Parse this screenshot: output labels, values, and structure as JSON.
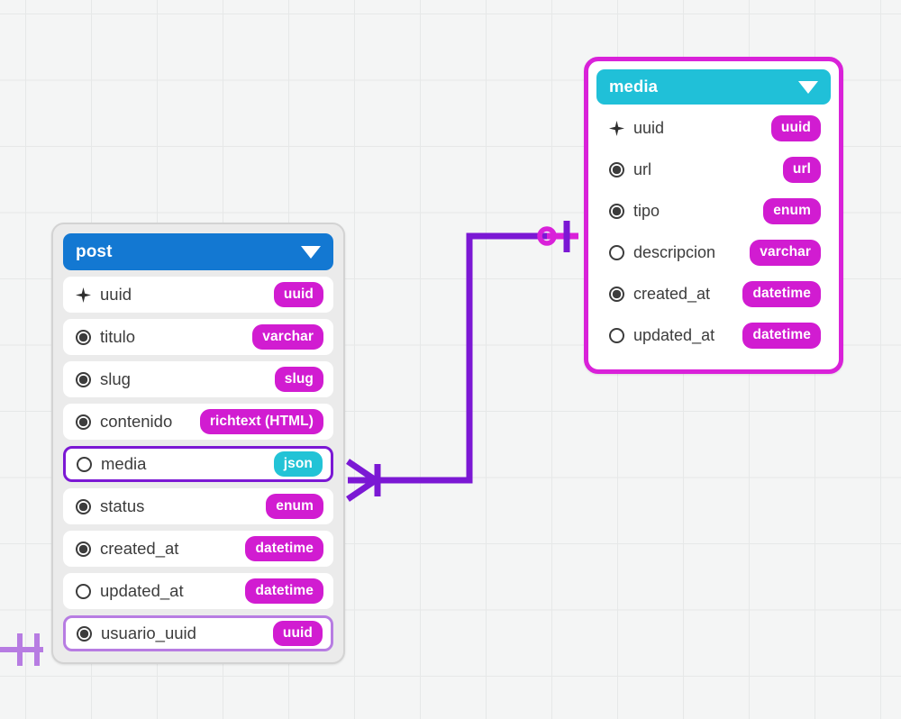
{
  "canvas": {
    "background_color": "#f4f5f5",
    "grid_color": "#e6e8e8",
    "grid_size": 73
  },
  "palette": {
    "post_header": "#1378d2",
    "media_header": "#20c0d8",
    "badge_magenta": "#d11cd1",
    "badge_cyan": "#22c3d6",
    "selection_magenta": "#d921d9",
    "relation_purple": "#7b18d4",
    "relation_soft_purple": "#b77ce2",
    "relation_magenta": "#d921d9",
    "entity_shell": "#ebebeb",
    "entity_shell_border": "#d3d3d3",
    "field_text": "#3c3c3c"
  },
  "entities": [
    {
      "id": "post",
      "title": "post",
      "header_color": "#1378d2",
      "collapse_icon": "caret-down-icon",
      "selected": false,
      "fields": [
        {
          "name": "uuid",
          "type": "uuid",
          "key": "primary",
          "icon": "star-key-icon",
          "badge_color": "magenta",
          "highlight": "none"
        },
        {
          "name": "titulo",
          "type": "varchar",
          "key": "required",
          "icon": "filled-circle-icon",
          "badge_color": "magenta",
          "highlight": "none"
        },
        {
          "name": "slug",
          "type": "slug",
          "key": "required",
          "icon": "filled-circle-icon",
          "badge_color": "magenta",
          "highlight": "none"
        },
        {
          "name": "contenido",
          "type": "richtext (HTML)",
          "key": "required",
          "icon": "filled-circle-icon",
          "badge_color": "magenta",
          "highlight": "none"
        },
        {
          "name": "media",
          "type": "json",
          "key": "optional",
          "icon": "hollow-circle-icon",
          "badge_color": "cyan",
          "highlight": "strong"
        },
        {
          "name": "status",
          "type": "enum",
          "key": "required",
          "icon": "filled-circle-icon",
          "badge_color": "magenta",
          "highlight": "none"
        },
        {
          "name": "created_at",
          "type": "datetime",
          "key": "required",
          "icon": "filled-circle-icon",
          "badge_color": "magenta",
          "highlight": "none"
        },
        {
          "name": "updated_at",
          "type": "datetime",
          "key": "optional",
          "icon": "hollow-circle-icon",
          "badge_color": "magenta",
          "highlight": "none"
        },
        {
          "name": "usuario_uuid",
          "type": "uuid",
          "key": "required",
          "icon": "filled-circle-icon",
          "badge_color": "magenta",
          "highlight": "soft"
        }
      ]
    },
    {
      "id": "media",
      "title": "media",
      "header_color": "#20c0d8",
      "collapse_icon": "caret-down-icon",
      "selected": true,
      "fields": [
        {
          "name": "uuid",
          "type": "uuid",
          "key": "primary",
          "icon": "star-key-icon",
          "badge_color": "magenta",
          "highlight": "none"
        },
        {
          "name": "url",
          "type": "url",
          "key": "required",
          "icon": "filled-circle-icon",
          "badge_color": "magenta",
          "highlight": "none"
        },
        {
          "name": "tipo",
          "type": "enum",
          "key": "required",
          "icon": "filled-circle-icon",
          "badge_color": "magenta",
          "highlight": "none"
        },
        {
          "name": "descripcion",
          "type": "varchar",
          "key": "optional",
          "icon": "hollow-circle-icon",
          "badge_color": "magenta",
          "highlight": "none"
        },
        {
          "name": "created_at",
          "type": "datetime",
          "key": "required",
          "icon": "filled-circle-icon",
          "badge_color": "magenta",
          "highlight": "none"
        },
        {
          "name": "updated_at",
          "type": "datetime",
          "key": "optional",
          "icon": "hollow-circle-icon",
          "badge_color": "magenta",
          "highlight": "none"
        }
      ]
    }
  ],
  "relationships": [
    {
      "id": "post-media",
      "from": "post.media",
      "to": "media",
      "from_notation": "many-mandatory",
      "to_notation": "zero-or-one",
      "color": "#7b18d4",
      "endpoint_color": "#d921d9"
    },
    {
      "id": "post-usuario",
      "from": "post.usuario_uuid",
      "to": "offscreen",
      "from_notation": "one-mandatory",
      "color": "#b77ce2"
    }
  ]
}
